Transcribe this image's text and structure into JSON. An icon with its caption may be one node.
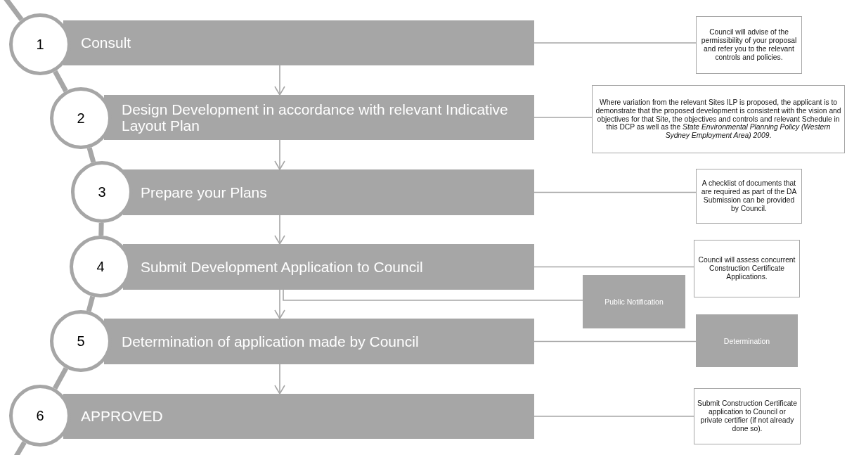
{
  "diagram": {
    "nodes": [
      {
        "text": [
          "1"
        ]
      },
      {
        "text": [
          "Consult"
        ]
      },
      {
        "text": [
          "Council will advise of the permissibility of your proposal and refer you to the relevant controls and policies."
        ]
      },
      {
        "text": [
          "2"
        ]
      },
      {
        "text": [
          "Design Development in accordance with relevant Indicative Layout Plan"
        ]
      },
      {
        "text": [
          "Where variation from the relevant Sites ILP is proposed, the applicant is to demonstrate that the proposed development is consistent with the vision and objectives for that Site, the objectives and controls and relevant Schedule in this DCP as well as the *State Environmental Planning Policy (Western Sydney Employment Area) 2009*."
        ]
      },
      {
        "text": [
          "3"
        ]
      },
      {
        "text": [
          "Prepare your Plans"
        ]
      },
      {
        "text": [
          "A checklist of documents that are required as part of the DA Submission can be provided by Council."
        ]
      },
      {
        "text": [
          "4"
        ]
      },
      {
        "text": [
          "Submit Development Application to Council"
        ]
      },
      {
        "text": [
          "Council will assess concurrent Construction Certificate Applications."
        ]
      },
      {
        "text": [
          "Public Notification"
        ]
      },
      {
        "text": [
          "5"
        ]
      },
      {
        "text": [
          "Determination of application made by Council"
        ]
      },
      {
        "text": [
          "Determination"
        ]
      },
      {
        "text": [
          "6"
        ]
      },
      {
        "text": [
          "APPROVED"
        ]
      },
      {
        "text": [
          "Submit Construction Certificate application to Council or private certifier (if not already done so)."
        ]
      }
    ],
    "edges": [
      {
        "from": 1,
        "to": 4,
        "arrow": "to"
      },
      {
        "from": 4,
        "to": 7,
        "arrow": "to"
      },
      {
        "from": 7,
        "to": 10,
        "arrow": "to"
      },
      {
        "from": 10,
        "to": 14,
        "arrow": "to"
      },
      {
        "from": 14,
        "to": 17,
        "arrow": "to"
      },
      {
        "from": 1,
        "to": 2,
        "arrow": "none"
      },
      {
        "from": 4,
        "to": 5,
        "arrow": "none"
      },
      {
        "from": 7,
        "to": 8,
        "arrow": "none"
      },
      {
        "from": 10,
        "to": 11,
        "arrow": "none"
      },
      {
        "from": 10,
        "to": 12,
        "arrow": "none"
      },
      {
        "from": 14,
        "to": 15,
        "arrow": "none"
      },
      {
        "from": 17,
        "to": 18,
        "arrow": "none"
      },
      {
        "from": null,
        "to": 0,
        "arrow": "none",
        "style": "thick"
      },
      {
        "from": 0,
        "to": 3,
        "arrow": "none",
        "style": "thick"
      },
      {
        "from": 3,
        "to": 6,
        "arrow": "none",
        "style": "thick"
      },
      {
        "from": 6,
        "to": 9,
        "arrow": "none",
        "style": "thick"
      },
      {
        "from": 9,
        "to": 13,
        "arrow": "none",
        "style": "thick"
      },
      {
        "from": 13,
        "to": 16,
        "arrow": "none",
        "style": "thick"
      },
      {
        "from": 16,
        "to": null,
        "arrow": "none",
        "style": "thick"
      }
    ]
  }
}
